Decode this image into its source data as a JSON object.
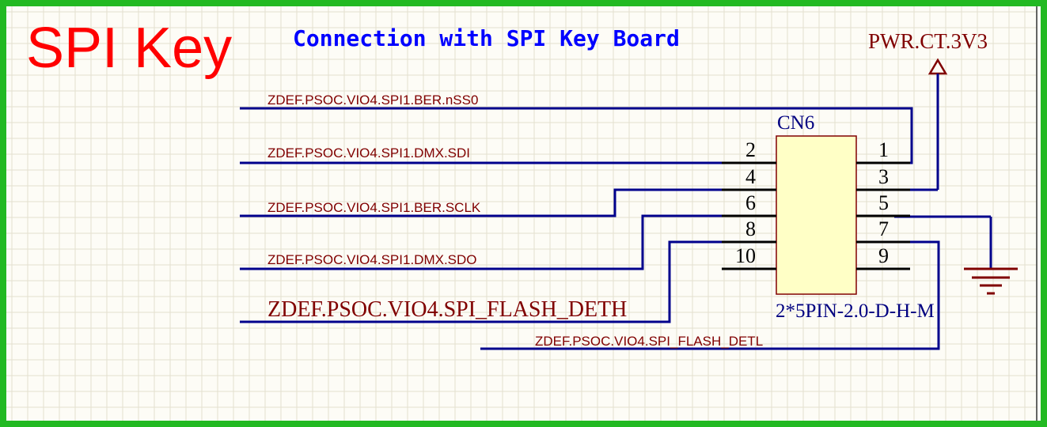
{
  "sheet": {
    "title": "SPI Key",
    "subtitle": "Connection with SPI Key Board",
    "colors": {
      "frame": "#22b922",
      "background": "#fdfcf6",
      "grid": "#e4e0cf",
      "title": "#ff0000",
      "subtitle": "#0000ff",
      "wire": "#00008c",
      "net_label": "#800000",
      "body_fill": "#ffffc6"
    }
  },
  "power_port": {
    "label": "PWR.CT.3V3",
    "icon": "arrow-power-icon"
  },
  "ground": {
    "icon": "ground-icon"
  },
  "component": {
    "designator": "CN6",
    "footprint": "2*5PIN-2.0-D-H-M",
    "left_pins": [
      "2",
      "4",
      "6",
      "8",
      "10"
    ],
    "right_pins": [
      "1",
      "3",
      "5",
      "7",
      "9"
    ]
  },
  "nets": {
    "nss0": "ZDEF.PSOC.VIO4.SPI1.BER.nSS0",
    "sdi": "ZDEF.PSOC.VIO4.SPI1.DMX.SDI",
    "sclk": "ZDEF.PSOC.VIO4.SPI1.BER.SCLK",
    "sdo": "ZDEF.PSOC.VIO4.SPI1.DMX.SDO",
    "deth": "ZDEF.PSOC.VIO4.SPI_FLASH_DETH",
    "detl": "ZDEF.PSOC.VIO4.SPI_FLASH_DETL"
  }
}
